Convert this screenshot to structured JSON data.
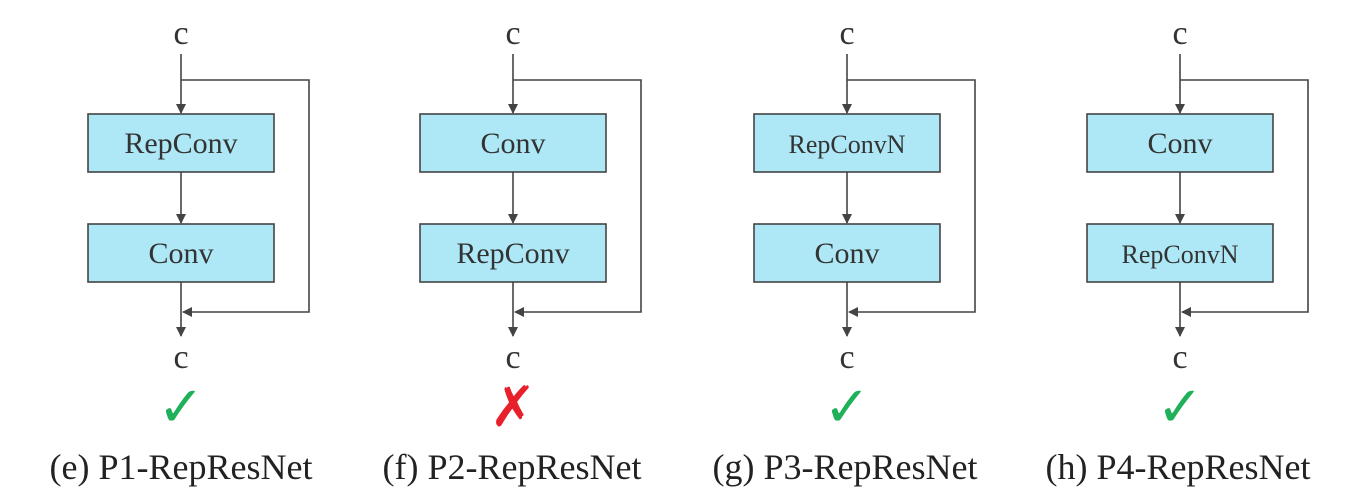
{
  "colors": {
    "box_fill": "#aee8f7",
    "line": "#444444",
    "check": "#1fb05a",
    "cross": "#e8202a"
  },
  "panels": [
    {
      "input_label": "c",
      "block1": "RepConv",
      "block2": "Conv",
      "output_label": "c",
      "verdict": "check-icon",
      "verdict_glyph": "✓",
      "caption": "(e) P1-RepResNet"
    },
    {
      "input_label": "c",
      "block1": "Conv",
      "block2": "RepConv",
      "output_label": "c",
      "verdict": "cross-icon",
      "verdict_glyph": "✗",
      "caption": "(f) P2-RepResNet"
    },
    {
      "input_label": "c",
      "block1": "RepConvN",
      "block2": "Conv",
      "output_label": "c",
      "verdict": "check-icon",
      "verdict_glyph": "✓",
      "caption": "(g) P3-RepResNet"
    },
    {
      "input_label": "c",
      "block1": "Conv",
      "block2": "RepConvN",
      "output_label": "c",
      "verdict": "check-icon",
      "verdict_glyph": "✓",
      "caption": "(h) P4-RepResNet"
    }
  ]
}
